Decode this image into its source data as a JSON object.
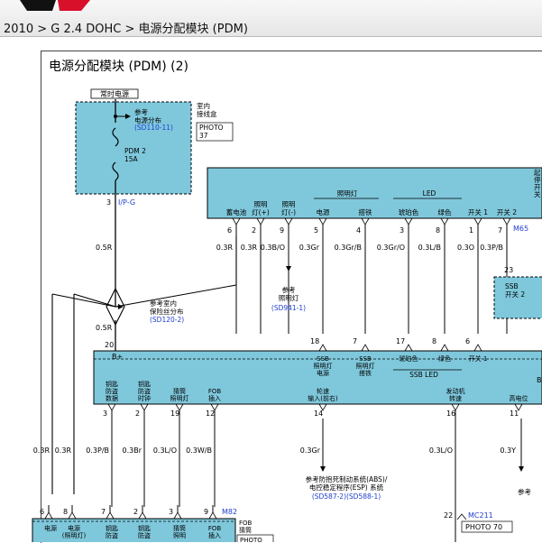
{
  "breadcrumb": {
    "left_fragment": "2010",
    "engine": "G 2.4 DOHC",
    "title": "电源分配模块 (PDM)"
  },
  "diagram_title": "电源分配模块 (PDM) (2)",
  "constant_power": "常时电源",
  "see_power_dist": "参考\n电源分布",
  "ref_sd110": "(SD110-11)",
  "pdm_fuse": "PDM 2\n15A",
  "indoor_junction": "室内\n接线盒",
  "photo_37": "PHOTO\n37",
  "conn_ip_g": "I/P-G",
  "pin_3": "3",
  "wire_05r": "0.5R",
  "wire_05r_2": "0.5R",
  "see_indoor_fuse": "参考室内\n保险丝分布",
  "ref_sd120": "(SD120-2)",
  "see_lighting": "参考\n照明灯",
  "ref_sd941": "(SD941-1)",
  "top_switch": {
    "labels": [
      "蓄电池",
      "照明\n灯(+)",
      "照明\n灯(-)",
      "电源",
      "搭铁",
      "琥珀色",
      "绿色",
      "开关 1",
      "开关 2"
    ],
    "group_lighting": "照明灯",
    "group_led": "LED",
    "pins": [
      "6",
      "2",
      "9",
      "5",
      "4",
      "3",
      "8",
      "1",
      "7"
    ],
    "wires": [
      "0.3R",
      "0.3R",
      "0.3B/O",
      "0.3Gr",
      "0.3Gr/B",
      "0.3Gr/O",
      "0.3L/B",
      "0.3O",
      "0.3P/B"
    ],
    "connector": "M65",
    "side_label": "起\n停\n开\n关"
  },
  "ssb_switch2": {
    "pin": "23",
    "label": "SSB\n开关 2"
  },
  "mid_module": {
    "b_plus": "B+",
    "pin_20": "20",
    "top_pins": [
      "18",
      "7",
      "17",
      "8",
      "6"
    ],
    "top_labels": [
      "SSB\n照明灯\n电源",
      "SSB\n照明灯\n搭铁",
      "琥珀色",
      "绿色",
      "开关 1"
    ],
    "ssb_led": "SSB LED",
    "bottom_labels": [
      "钥匙\n防盗\n数据",
      "钥匙\n防盗\n时钟",
      "猜筒\n照明灯",
      "FOB\n插入",
      "轮速\n输入(前右)",
      "发动机\n转速",
      "高电位"
    ],
    "bottom_pins": [
      "3",
      "2",
      "19",
      "12",
      "14",
      "16",
      "11"
    ],
    "right_edge": "B"
  },
  "lower_wires": [
    "0.3R",
    "0.3R",
    "0.3P/B",
    "0.3Br",
    "0.3L/O",
    "0.3W/B",
    "0.3Gr",
    "0.3L/O",
    "0.3Y"
  ],
  "abs_note": "参考防抱死制动系统(ABS)/\n电控稳定程序(ESP) 系统",
  "abs_ref": "(SD587-2)(SD588-1)",
  "see_right": "参考",
  "mc211": {
    "pin": "22",
    "connector": "MC211",
    "photo": "PHOTO 70"
  },
  "bottom_module": {
    "pins": [
      "6",
      "8",
      "7",
      "2",
      "3",
      "9"
    ],
    "connector": "M82",
    "labels": [
      "电源",
      "电源\n(照明灯)",
      "钥匙\n防盗",
      "钥匙\n防盗",
      "猜筒\n照明",
      "FOB\n插入"
    ],
    "fob": "FOB\n猜筒",
    "photo": "PHOTO"
  },
  "colors": {
    "module_fill": "#7fc8dc",
    "ref_blue": "#1f3fcf",
    "logo_red": "#d8102a"
  }
}
